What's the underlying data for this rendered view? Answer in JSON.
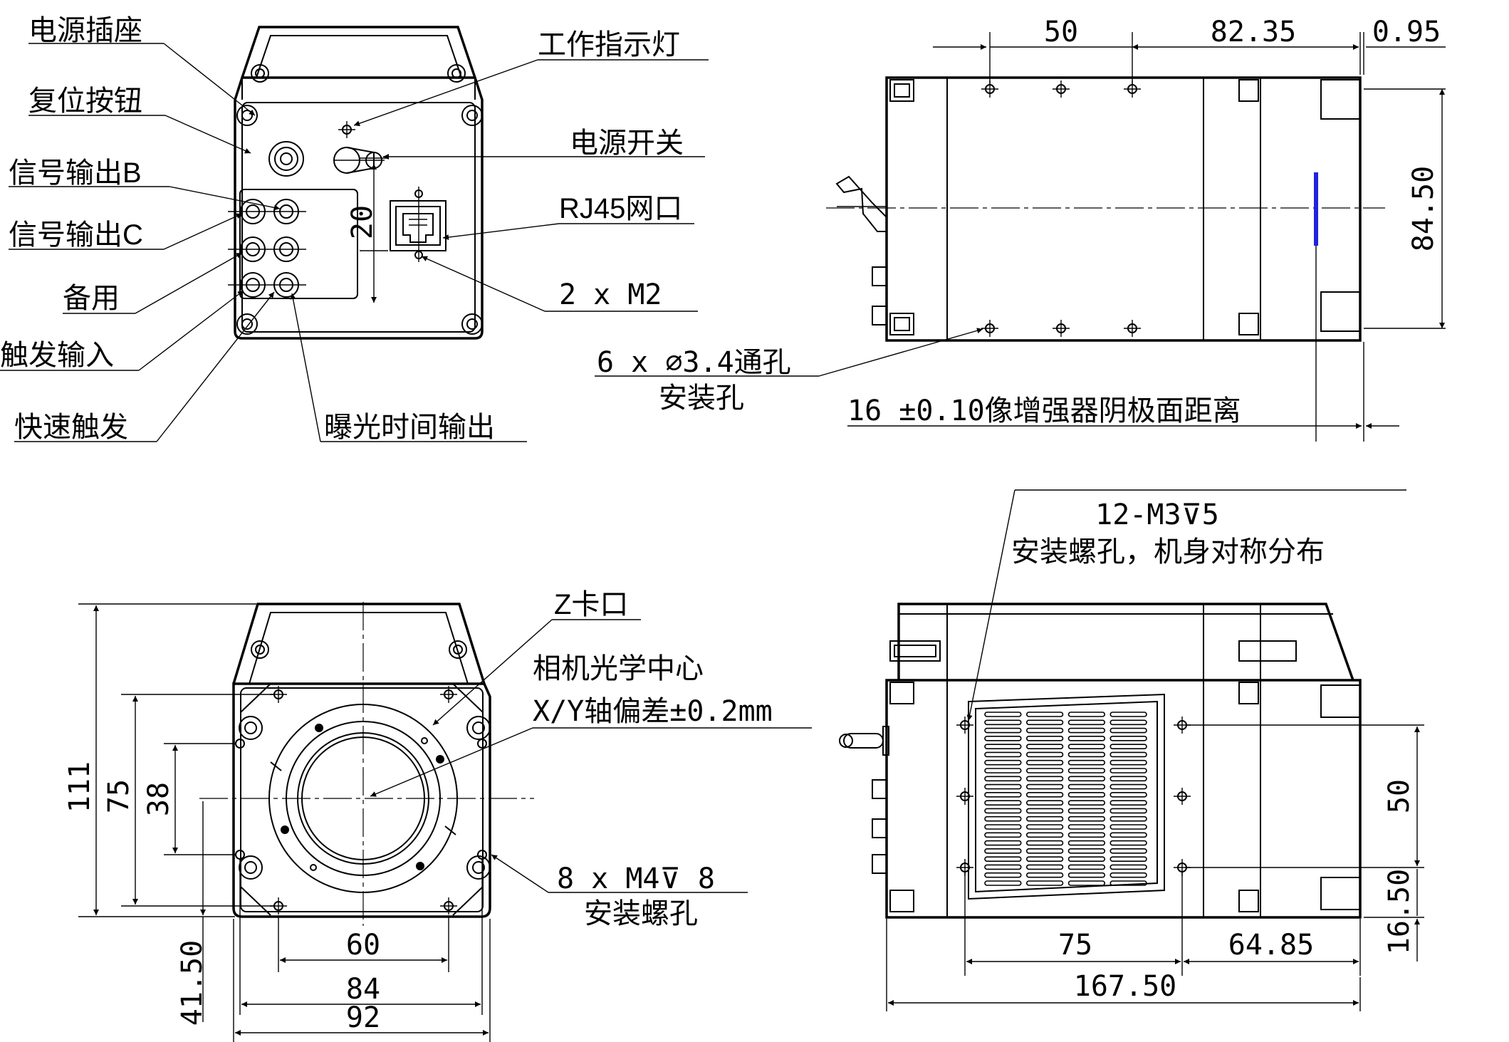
{
  "back_view": {
    "labels": {
      "power_socket": "电源插座",
      "reset_button": "复位按钮",
      "signal_out_b": "信号输出B",
      "signal_out_c": "信号输出C",
      "spare": "备用",
      "trigger_in": "触发输入",
      "fast_trigger": "快速触发",
      "exposure_out": "曝光时间输出",
      "status_light": "工作指示灯",
      "power_switch": "电源开关",
      "rj45": "RJ45网口",
      "screws_m2": "2 x  M2"
    },
    "dims": {
      "d20": "20"
    }
  },
  "top_view": {
    "dims": {
      "d50": "50",
      "d82_35": "82.35",
      "d0_95": "0.95",
      "d84_50": "84.50"
    },
    "labels": {
      "through_holes": "6 x ∅3.4通孔",
      "mount_holes": "安装孔",
      "cathode_distance": "16 ±0.10像增强器阴极面距离"
    },
    "marker_color": "#2222dd"
  },
  "front_view": {
    "labels": {
      "z_mount": "Z卡口",
      "optical_center": "相机光学中心",
      "xy_deviation": "X/Y轴偏差±0.2mm",
      "m4_screws": "8 x  M4⊽ 8",
      "m4_mount": "安装螺孔"
    },
    "dims": {
      "d111": "111",
      "d75": "75",
      "d38": "38",
      "d41_50": "41.50",
      "d60": "60",
      "d84": "84",
      "d92": "92"
    }
  },
  "side_view": {
    "labels": {
      "m3_holes": "12-M3⊽5",
      "m3_desc": "安装螺孔，机身对称分布"
    },
    "dims": {
      "d50": "50",
      "d16_50": "16.50",
      "d75": "75",
      "d64_85": "64.85",
      "d167_50": "167.50"
    }
  }
}
